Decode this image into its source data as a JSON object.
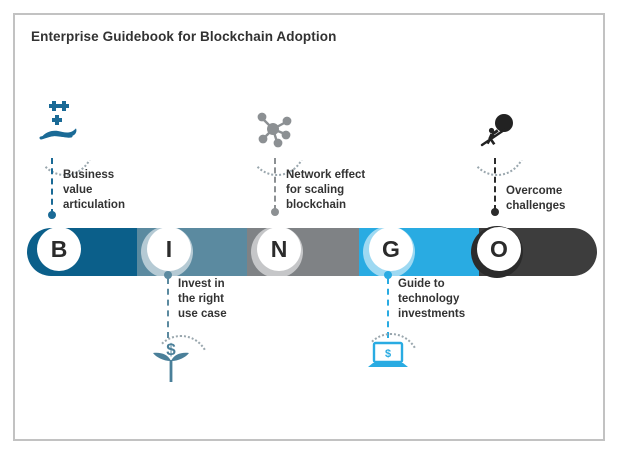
{
  "page": {
    "title": "Enterprise Guidebook for Blockchain Adoption",
    "frame_border_color": "#c2c2c2",
    "background": "#ffffff"
  },
  "acronym_bar": {
    "name": "BINGO",
    "segments": [
      {
        "letter": "B",
        "color": "#0b5f8a",
        "label": "Business\nvalue\narticulation",
        "icon": "hand-with-plus-icon",
        "position": "above"
      },
      {
        "letter": "I",
        "color": "#5b8aa0",
        "label": "Invest in\nthe right\nuse case",
        "icon": "money-plant-icon",
        "position": "below"
      },
      {
        "letter": "N",
        "color": "#7f8285",
        "label": "Network effect\nfor scaling\nblockchain",
        "icon": "network-nodes-icon",
        "position": "above"
      },
      {
        "letter": "G",
        "color": "#29abe2",
        "label": "Guide to\ntechnology\ninvestments",
        "icon": "laptop-dollar-icon",
        "position": "below"
      },
      {
        "letter": "O",
        "color": "#3d3d3d",
        "label": "Overcome\nchallenges",
        "icon": "push-boulder-uphill-icon",
        "position": "above"
      }
    ]
  },
  "colors": {
    "title_text": "#323232",
    "label_text": "#333333",
    "accent_dark_blue": "#0b5f8a",
    "accent_steel_blue": "#5b8aa0",
    "accent_gray": "#7f8285",
    "accent_cyan": "#29abe2",
    "accent_charcoal": "#3d3d3d",
    "arc_dotted": "#9aa7ae"
  }
}
